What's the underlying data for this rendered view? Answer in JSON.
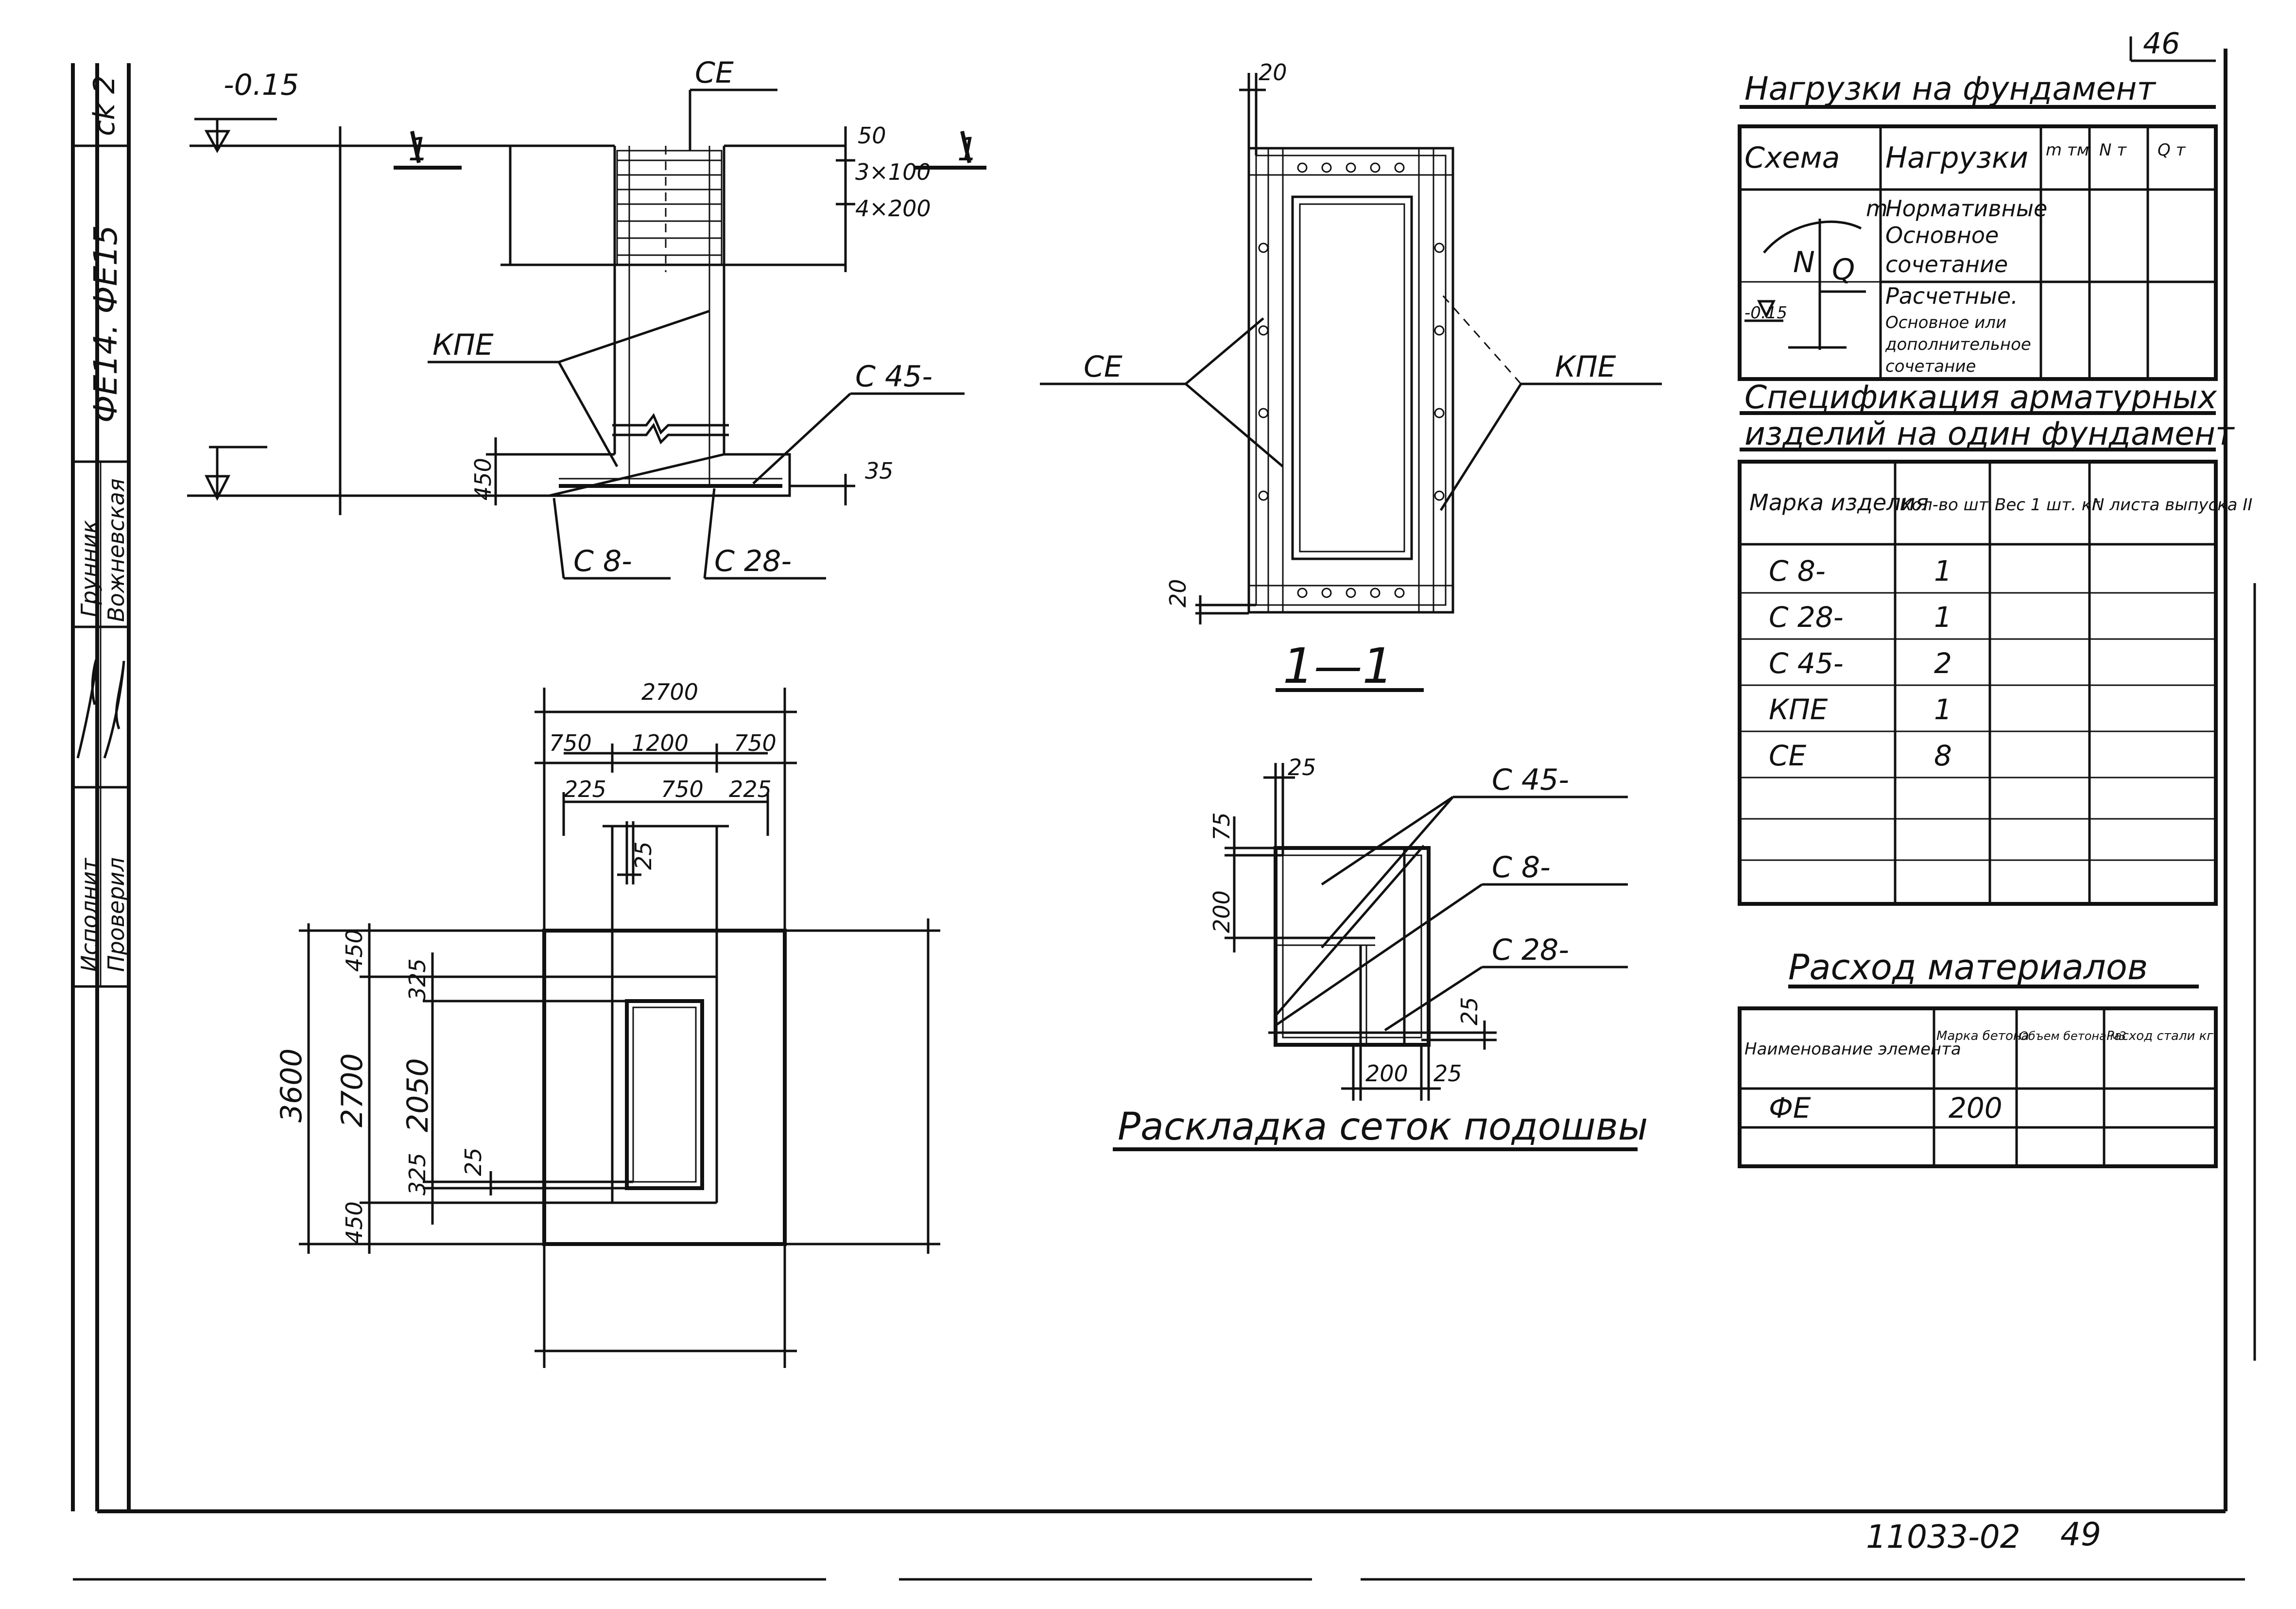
{
  "sheet": {
    "page_number": "46",
    "doc_code": "11033-02",
    "doc_sheet": "49"
  },
  "side_stamp": {
    "top_code": "ck 2",
    "mark": "ФЕ14. ФЕ15",
    "role_1": "Грунник",
    "role_2": "Вожневская",
    "role_3": "Исполнит",
    "role_4": "Проверил"
  },
  "elevation_view": {
    "level_mark": "-0.15",
    "label_ce": "CE",
    "label_kpe": "КПЕ",
    "label_c45": "С 45-",
    "label_c8": "С 8-",
    "label_c28": "С 28-",
    "section_mark": "1",
    "dim_50": "50",
    "dim_3x100": "3×100",
    "dim_4x200": "4×200",
    "dim_450": "450",
    "dim_35": "35"
  },
  "section_view": {
    "dim_top": "20",
    "dim_bottom": "20",
    "label_ce": "CE",
    "label_kpe": "КПЕ",
    "title": "1—1"
  },
  "plan_view": {
    "dim_2700_top": "2700",
    "dim_750_left": "750",
    "dim_1200": "1200",
    "dim_750_right": "750",
    "dim_225_left": "225",
    "dim_750_mid": "750",
    "dim_225_right": "225",
    "dim_25_top": "25",
    "dim_3600": "3600",
    "dim_450_top": "450",
    "dim_2700_side": "2700",
    "dim_450_bottom": "450",
    "dim_325_top": "325",
    "dim_2050": "2050",
    "dim_325_bottom": "325",
    "dim_25_side": "25"
  },
  "mesh_layout": {
    "dim_25_top": "25",
    "dim_75": "75",
    "dim_200_left": "200",
    "label_c45": "С 45-",
    "label_c8": "С 8-",
    "label_c28": "С 28-",
    "dim_25_right": "25",
    "dim_200_bottom": "200",
    "dim_25_bottom": "25",
    "title": "Раскладка сеток подошвы"
  },
  "loads_table": {
    "title": "Нагрузки на фундамент",
    "headers": [
      "Схема",
      "Нагрузки",
      "m тм",
      "N т",
      "Q т"
    ],
    "row1": [
      "Нормативные",
      "Основное",
      "сочетание"
    ],
    "row2": [
      "Расчетные.",
      "Основное или",
      "дополнительное",
      "сочетание"
    ],
    "scheme_m": "m",
    "scheme_n": "N",
    "scheme_q": "Q",
    "scheme_level": "-0.15"
  },
  "spec_table": {
    "title_line1": "Спецификация арматурных",
    "title_line2": "изделий на один фундамент",
    "headers": [
      "Марка изделия",
      "Кол-во шт.",
      "Вес 1 шт. кг",
      "N листа выпуска II"
    ],
    "rows": [
      [
        "С 8-",
        "1"
      ],
      [
        "С 28-",
        "1"
      ],
      [
        "С 45-",
        "2"
      ],
      [
        "КПЕ",
        "1"
      ],
      [
        "CE",
        "8"
      ]
    ]
  },
  "materials_table": {
    "title": "Расход материалов",
    "headers": [
      "Наименование элемента",
      "Марка бетона",
      "Объем бетона м3",
      "Расход стали кг"
    ],
    "row": [
      "ФЕ",
      "200"
    ]
  }
}
